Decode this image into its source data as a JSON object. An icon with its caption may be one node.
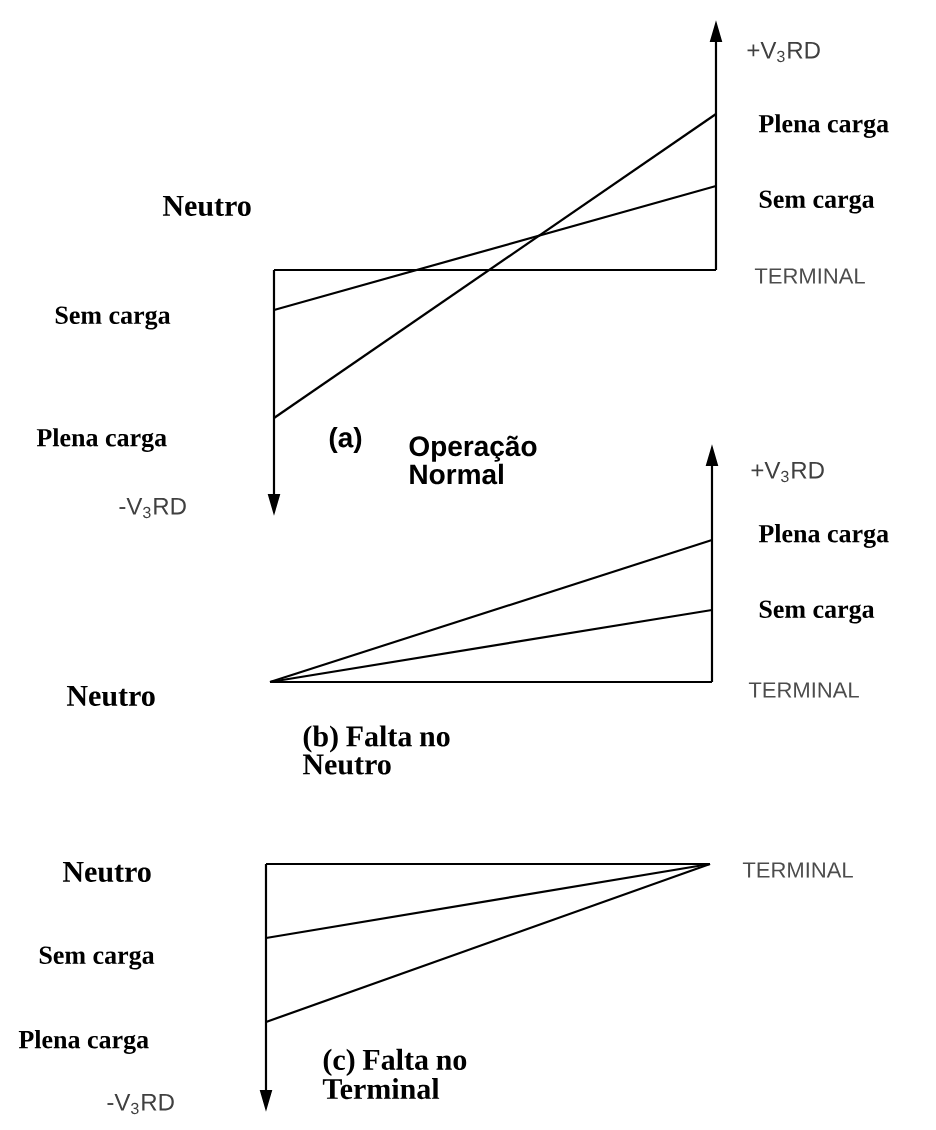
{
  "diagram": {
    "labels": [
      "+V$_{3}$RD",
      "Plena carga",
      "Neutro",
      "Sem carga",
      "TERMINAL",
      "Sem carga",
      "Plena carga",
      "(a)",
      "Operação Normal",
      "-V$_{3}$RD",
      "+V$_{3}$RD",
      "Plena carga",
      "Sem carga",
      "Neutro",
      "TERMINAL",
      "(b) Falta no Neutro",
      "Neutro",
      "TERMINAL",
      "Sem carga",
      "Plena carga",
      "(c) Falta no Terminal",
      "-V$_{3}$RD"
    ]
  }
}
